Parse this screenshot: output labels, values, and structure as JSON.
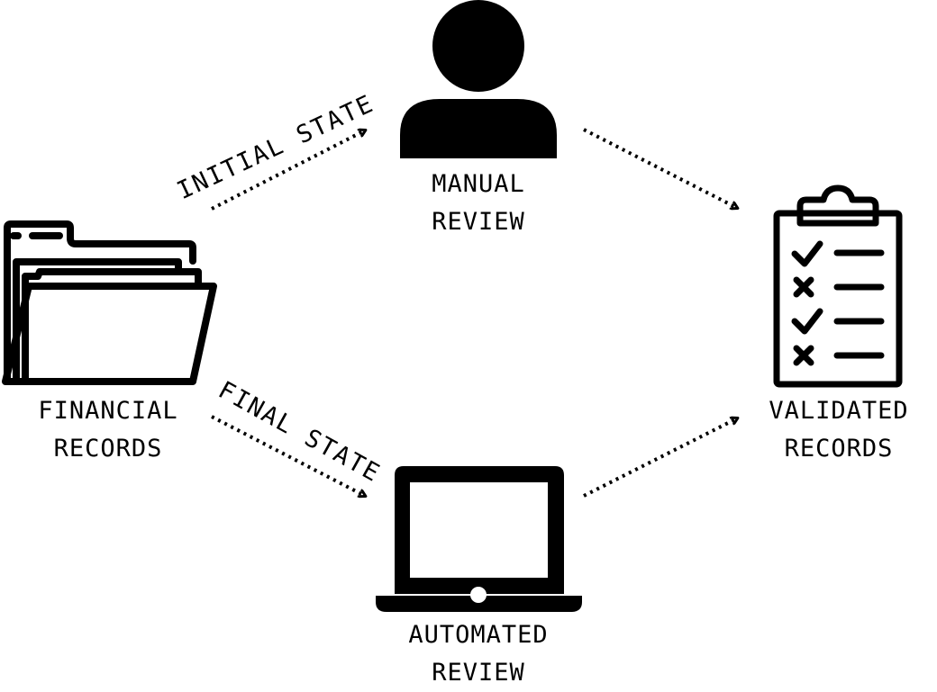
{
  "nodes": {
    "financial_records": {
      "line1": "FINANCIAL",
      "line2": "RECORDS",
      "icon": "folder-icon"
    },
    "manual_review": {
      "line1": "MANUAL",
      "line2": "REVIEW",
      "icon": "person-icon"
    },
    "validated_records": {
      "line1": "VALIDATED",
      "line2": "RECORDS",
      "icon": "checklist-clipboard-icon"
    },
    "automated_review": {
      "line1": "AUTOMATED",
      "line2": "REVIEW",
      "icon": "laptop-icon"
    }
  },
  "edges": {
    "to_manual": {
      "label": "INITIAL STATE",
      "style": "dotted",
      "from": "financial_records",
      "to": "manual_review"
    },
    "to_automated": {
      "label": "FINAL STATE",
      "style": "dotted",
      "from": "financial_records",
      "to": "automated_review"
    },
    "manual_to_validated": {
      "style": "dotted",
      "from": "manual_review",
      "to": "validated_records"
    },
    "automated_to_validated": {
      "style": "dotted",
      "from": "automated_review",
      "to": "validated_records"
    }
  },
  "colors": {
    "stroke": "#000000",
    "background": "#ffffff"
  }
}
